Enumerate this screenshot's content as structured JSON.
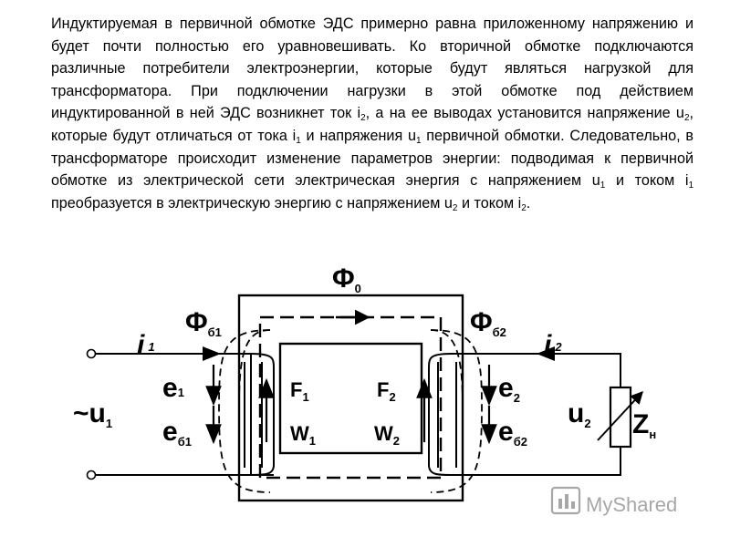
{
  "paragraph": {
    "seg1": "Индуктируемая в первичной обмотке ЭДС примерно равна приложенному напряжению и будет почти полностью его уравновешивать. Ко вторичной обмотке подключаются различные потребители электроэнергии, которые будут являться нагрузкой для трансформатора. При подключении нагрузки в этой обмотке под действием индуктированной в ней ЭДС возникнет ток i",
    "sub1": "2",
    "seg2": ", а на ее выводах установится напряжение u",
    "sub2": "2",
    "seg3": ", которые будут отличаться от тока i",
    "sub3": "1",
    "seg4": " и напряжения u",
    "sub4": "1",
    "seg5": " первичной обмотки. Следовательно, в трансформаторе происходит изменение параметров энергии: подводимая к первичной обмотке из электрической сети электрическая энергия с напряжением u",
    "sub5": "1",
    "seg6": " и током i",
    "sub6": "1",
    "seg7": " преобразуется в электрическую  энергию с напряжением u",
    "sub7": "2",
    "seg8": " и током i",
    "sub8": "2",
    "seg9": "."
  },
  "diagram": {
    "phi0": {
      "main": "Φ",
      "sub": "0"
    },
    "phi_b1": {
      "main": "Φ",
      "sub": "б1"
    },
    "phi_b2": {
      "main": "Φ",
      "sub": "б2"
    },
    "i1": {
      "main": "i",
      "sub": "1"
    },
    "i2": {
      "main": "i",
      "sub": "2"
    },
    "e1": {
      "main": "e",
      "sub": "1"
    },
    "eb1": {
      "main": "e",
      "sub": "б1"
    },
    "e2": {
      "main": "e",
      "sub": "2"
    },
    "eb2": {
      "main": "e",
      "sub": "б2"
    },
    "u1": {
      "main": "~u",
      "sub": "1"
    },
    "u2": {
      "main": "u",
      "sub": "2"
    },
    "zn": {
      "main": "Z",
      "sub": "н"
    },
    "F1": {
      "main": "F",
      "sub": "1"
    },
    "W1": {
      "main": "W",
      "sub": "1"
    },
    "F2": {
      "main": "F",
      "sub": "2"
    },
    "W2": {
      "main": "W",
      "sub": "2"
    }
  },
  "watermark": {
    "text": "MyShared"
  }
}
